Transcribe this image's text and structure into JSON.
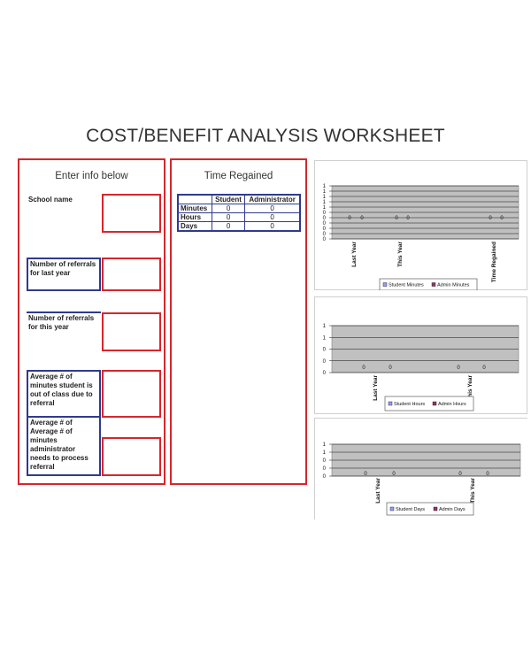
{
  "title": "COST/BENEFIT ANALYSIS WORKSHEET",
  "left_panel": {
    "heading": "Enter info below",
    "fields": [
      {
        "label": "School name"
      },
      {
        "label": "Number of referrals for last year"
      },
      {
        "label": "Number of referrals for this year"
      },
      {
        "label": "Average #  of minutes student is out of class due to referral"
      },
      {
        "label": "Average # of Average # of minutes administrator needs to process referral"
      }
    ]
  },
  "time_panel": {
    "heading": "Time Regained",
    "columns": [
      "",
      "Student",
      "Administrator"
    ],
    "rows": [
      {
        "label": "Minutes",
        "student": "0",
        "admin": "0"
      },
      {
        "label": "Hours",
        "student": "0",
        "admin": "0"
      },
      {
        "label": "Days",
        "student": "0",
        "admin": "0"
      }
    ]
  },
  "chart_data": [
    {
      "type": "bar",
      "categories": [
        "Last Year",
        "This Year",
        "Time Regained"
      ],
      "series": [
        {
          "name": "Student Minutes",
          "values": [
            0,
            0,
            0
          ]
        },
        {
          "name": "Admin Minutes",
          "values": [
            0,
            0,
            0
          ]
        }
      ],
      "y_ticks": [
        "1",
        "1",
        "1",
        "1",
        "1",
        "0",
        "0",
        "0",
        "0",
        "0",
        "0"
      ],
      "data_labels": [
        "0",
        "0",
        "0",
        "0",
        "0",
        "0"
      ],
      "legend_position": "bottom",
      "colors": {
        "plot_bg": "#c0c0c0",
        "student": "#9999ff",
        "admin": "#993366"
      }
    },
    {
      "type": "bar",
      "categories": [
        "Last Year",
        "This Year"
      ],
      "series": [
        {
          "name": "Student Hours",
          "values": [
            0,
            0
          ]
        },
        {
          "name": "Admin Hours",
          "values": [
            0,
            0
          ]
        }
      ],
      "y_ticks": [
        "1",
        "1",
        "0",
        "0",
        "0"
      ],
      "data_labels": [
        "0",
        "0",
        "0",
        "0"
      ],
      "legend_position": "bottom",
      "colors": {
        "plot_bg": "#c0c0c0",
        "student": "#9999ff",
        "admin": "#993366"
      }
    },
    {
      "type": "bar",
      "categories": [
        "Last Year",
        "This Year"
      ],
      "series": [
        {
          "name": "Student Days",
          "values": [
            0,
            0
          ]
        },
        {
          "name": "Admin Days",
          "values": [
            0,
            0
          ]
        }
      ],
      "y_ticks": [
        "1",
        "1",
        "0",
        "0",
        "0"
      ],
      "data_labels": [
        "0",
        "0",
        "0",
        "0"
      ],
      "legend_position": "bottom",
      "colors": {
        "plot_bg": "#c0c0c0",
        "student": "#9999ff",
        "admin": "#993366"
      }
    }
  ]
}
